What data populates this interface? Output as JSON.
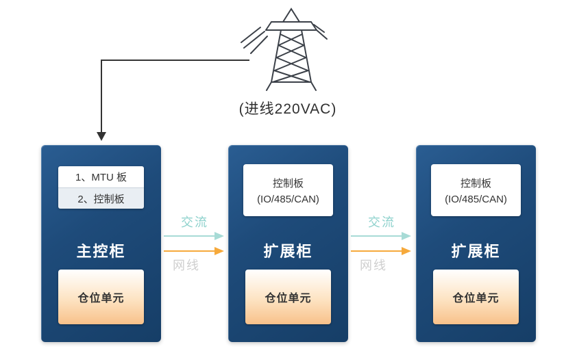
{
  "diagram": {
    "incoming_label": "(进线220VAC)",
    "cabinets": [
      {
        "title": "主控柜",
        "boards": [
          {
            "label": "1、MTU 板"
          },
          {
            "label": "2、控制板"
          }
        ],
        "unit_label": "仓位单元"
      },
      {
        "title": "扩展柜",
        "board_line1": "控制板",
        "board_line2": "(IO/485/CAN)",
        "unit_label": "仓位单元"
      },
      {
        "title": "扩展柜",
        "board_line1": "控制板",
        "board_line2": "(IO/485/CAN)",
        "unit_label": "仓位单元"
      }
    ],
    "links": [
      {
        "ac_label": "交流",
        "net_label": "网线"
      },
      {
        "ac_label": "交流",
        "net_label": "网线"
      }
    ],
    "colors": {
      "cabinet_bg": "#1E4B7A",
      "ac_line": "#A7DBD6",
      "net_line": "#F6A93B",
      "unit_gradient_top": "#FFFFFF",
      "unit_gradient_bottom": "#F8C18A",
      "power_line": "#333333"
    }
  }
}
